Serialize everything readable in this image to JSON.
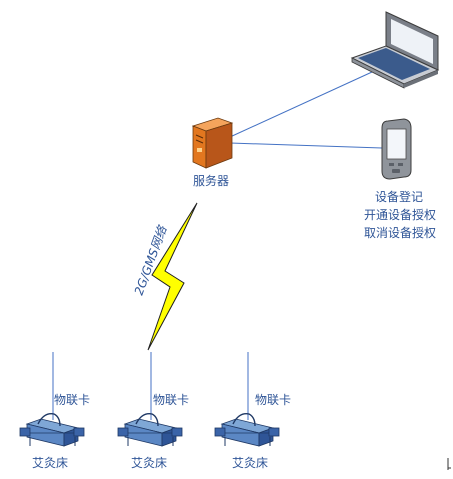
{
  "server": {
    "label": "服务器",
    "icon": "server-icon"
  },
  "network": {
    "label": "2G/GMS网络",
    "icon": "lightning-bolt-icon"
  },
  "laptop": {
    "icon": "laptop-icon"
  },
  "handheld": {
    "icon": "pda-icon",
    "functions": [
      "设备登记",
      "开通设备授权",
      "取消设备授权"
    ]
  },
  "devices": [
    {
      "card_label": "物联卡",
      "device_label": "艾灸床",
      "icon": "moxibustion-bed-icon"
    },
    {
      "card_label": "物联卡",
      "device_label": "艾灸床",
      "icon": "moxibustion-bed-icon"
    },
    {
      "card_label": "物联卡",
      "device_label": "艾灸床",
      "icon": "moxibustion-bed-icon"
    }
  ],
  "colors": {
    "link_line": "#4472c4",
    "text": "#2f5597",
    "server_orange": "#e2771f",
    "bolt_yellow": "#ffff00"
  }
}
